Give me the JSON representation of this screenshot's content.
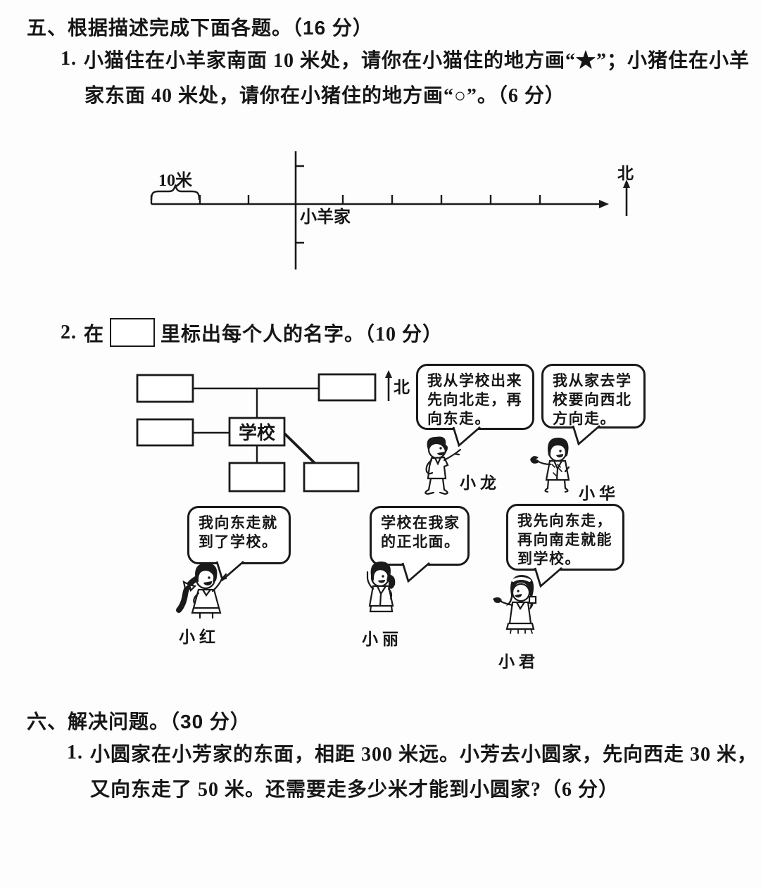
{
  "section5": {
    "heading": "五、根据描述完成下面各题。（16 分）",
    "q1_number": "1.",
    "q1_line1": "小猫住在小羊家南面 10 米处，请你在小猫住的地方画“★”；小猪住在小羊",
    "q1_line2": "家东面 40 米处，请你在小猪住的地方画“○”。（6 分）",
    "numberline": {
      "scale_label": "10米",
      "origin_label": "小羊家",
      "north_label": "北"
    },
    "q2_number": "2.",
    "q2_prefix": "在",
    "q2_suffix": "里标出每个人的名字。（10 分）",
    "map": {
      "school_label": "学校",
      "north_label": "北"
    },
    "speakers": {
      "xiaolong": {
        "name": "小龙",
        "line1": "我从学校出来",
        "line2": "先向北走，再",
        "line3": "向东走。"
      },
      "xiaohua": {
        "name": "小华",
        "line1": "我从家去学",
        "line2": "校要向西北",
        "line3": "方向走。"
      },
      "xiaohong": {
        "name": "小红",
        "line1": "我向东走就",
        "line2": "到了学校。"
      },
      "xiaoli": {
        "name": "小丽",
        "line1": "学校在我家",
        "line2": "的正北面。"
      },
      "xiaojun": {
        "name": "小君",
        "line1": "我先向东走，",
        "line2": "再向南走就能",
        "line3": "到学校。"
      }
    }
  },
  "section6": {
    "heading": "六、解决问题。（30 分）",
    "q1_number": "1.",
    "q1_line1": "小圆家在小芳家的东面，相距 300 米远。小芳去小圆家，先向西走 30 米，",
    "q1_line2": "又向东走了 50 米。还需要走多少米才能到小圆家?（6 分）"
  }
}
